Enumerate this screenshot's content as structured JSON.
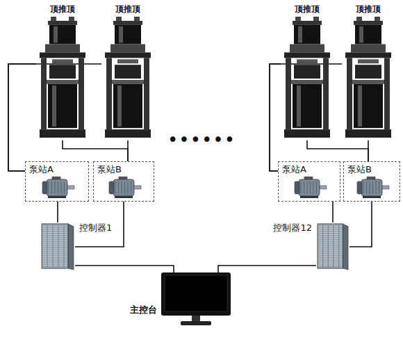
{
  "diagram": {
    "nodes": [
      {
        "text": [
          "顶推顶"
        ]
      },
      {
        "text": [
          "顶推顶"
        ]
      },
      {
        "text": [
          "顶推顶"
        ]
      },
      {
        "text": [
          "顶推顶"
        ]
      },
      {
        "text": [
          "泵站A"
        ]
      },
      {
        "text": [
          "泵站B"
        ]
      },
      {
        "text": [
          "泵站A"
        ]
      },
      {
        "text": [
          "泵站B"
        ]
      },
      {
        "text": [
          "控制器1"
        ]
      },
      {
        "text": [
          "控制器12"
        ]
      },
      {
        "text": [
          "主控台"
        ]
      }
    ],
    "edges": [
      {
        "from": 4,
        "to": 0,
        "arrow": "none"
      },
      {
        "from": 4,
        "to": 1,
        "arrow": "none"
      },
      {
        "from": 5,
        "to": 0,
        "arrow": "none"
      },
      {
        "from": 5,
        "to": 1,
        "arrow": "none"
      },
      {
        "from": 6,
        "to": 2,
        "arrow": "none"
      },
      {
        "from": 6,
        "to": 3,
        "arrow": "none"
      },
      {
        "from": 7,
        "to": 2,
        "arrow": "none"
      },
      {
        "from": 7,
        "to": 3,
        "arrow": "none"
      },
      {
        "from": 4,
        "to": 8,
        "arrow": "none"
      },
      {
        "from": 5,
        "to": 8,
        "arrow": "none"
      },
      {
        "from": 6,
        "to": 9,
        "arrow": "none"
      },
      {
        "from": 7,
        "to": 9,
        "arrow": "none"
      },
      {
        "from": 8,
        "to": 10,
        "arrow": "none"
      },
      {
        "from": 9,
        "to": 10,
        "arrow": "none"
      }
    ],
    "labels": [
      "••••••"
    ]
  }
}
